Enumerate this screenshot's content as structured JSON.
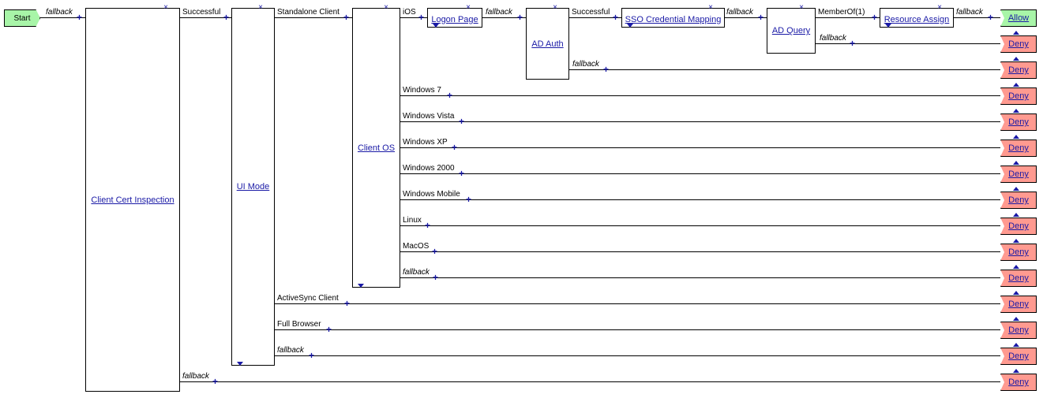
{
  "start": "Start",
  "nodes": {
    "client_cert": "Client Cert Inspection",
    "ui_mode": "UI Mode",
    "client_os": "Client OS",
    "logon_page": "Logon Page",
    "ad_auth": "AD Auth",
    "sso": "SSO Credential Mapping",
    "ad_query": "AD Query",
    "resource_assign": "Resource Assign"
  },
  "chain_labels": {
    "start_out": "fallback",
    "cert_successful": "Successful",
    "ui_standalone": "Standalone Client",
    "os_ios": "iOS",
    "logon_fallback": "fallback",
    "auth_successful": "Successful",
    "sso_fallback": "fallback",
    "query_memberof": "MemberOf(1)",
    "resource_fallback": "fallback"
  },
  "allow": "Allow",
  "deny": "Deny",
  "branches": [
    {
      "label": "fallback",
      "italic": true
    },
    {
      "label": "fallback",
      "italic": true
    },
    {
      "label": "Windows 7",
      "italic": false
    },
    {
      "label": "Windows Vista",
      "italic": false
    },
    {
      "label": "Windows XP",
      "italic": false
    },
    {
      "label": "Windows 2000",
      "italic": false
    },
    {
      "label": "Windows Mobile",
      "italic": false
    },
    {
      "label": "Linux",
      "italic": false
    },
    {
      "label": "MacOS",
      "italic": false
    },
    {
      "label": "fallback",
      "italic": true
    },
    {
      "label": "ActiveSync Client",
      "italic": false
    },
    {
      "label": "Full Browser",
      "italic": false
    },
    {
      "label": "fallback",
      "italic": true
    },
    {
      "label": "fallback",
      "italic": true
    }
  ]
}
